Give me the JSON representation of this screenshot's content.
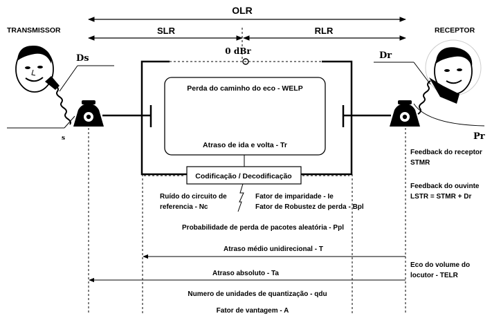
{
  "labels": {
    "olr": "OLR",
    "slr": "SLR",
    "rlr": "RLR",
    "zero_dbr": "0 dBr",
    "transmissor": "TRANSMISSOR",
    "receptor": "RECEPTOR",
    "ds": "Ds",
    "dr": "Dr",
    "pr": "Pr",
    "s_mark": "s",
    "welp": "Perda do caminho do eco - WELP",
    "tr": "Atraso de ida e volta - Tr",
    "codec": "Codificação / Decodificação",
    "nc_line1": "Ruído do circuito de",
    "nc_line2": "referencia - Nc",
    "ie": "Fator de imparidade - Ie",
    "bpl": "Fator de Robustez de perda - Bpl",
    "ppl": "Probabilidade de perda de pacotes aleatória - Ppl",
    "stmr_line1": "Feedback do receptor",
    "stmr_line2": "STMR",
    "lstr_line1": "Feedback do ouvinte",
    "lstr_line2": "LSTR = STMR + Dr",
    "t": "Atraso médio unidirecional - T",
    "telr_line1": "Eco do volume do",
    "telr_line2": "locutor - TELR",
    "ta": "Atraso absoluto - Ta",
    "qdu": "Numero de unidades de quantização - qdu",
    "a": "Fator de vantagem - A"
  }
}
